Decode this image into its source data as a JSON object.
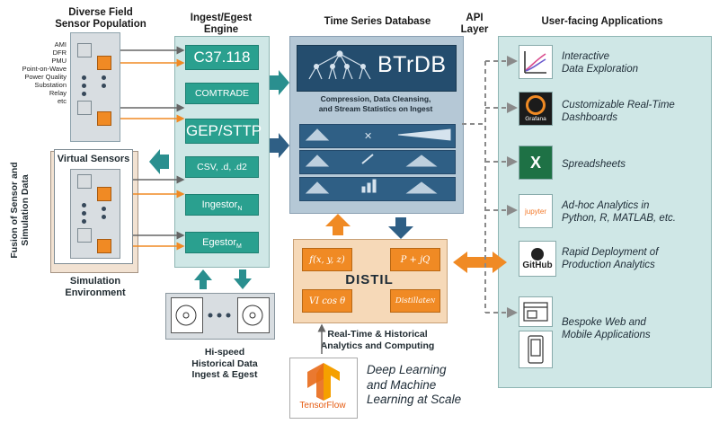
{
  "headers": {
    "sensors": "Diverse Field\nSensor Population",
    "ingest": "Ingest/Egest\nEngine",
    "tsdb": "Time Series Database",
    "api": "API\nLayer",
    "apps": "User-facing Applications"
  },
  "sensor_labels": [
    "AMI",
    "DFR",
    "PMU",
    "Point-on-Wave",
    "Power Quality",
    "Substation",
    "Relay",
    "etc"
  ],
  "virtual_sensors": "Virtual Sensors",
  "fusion_label": "Fusion of Sensor and\nSimulation Data",
  "simulation_env": "Simulation\nEnvironment",
  "ingest_boxes": [
    {
      "label": "C37.118",
      "size": "large"
    },
    {
      "label": "COMTRADE",
      "size": "small"
    },
    {
      "label": "GEP/STTP",
      "size": "large"
    },
    {
      "label": "CSV, .d, .d2",
      "size": "small"
    },
    {
      "label": "Ingestor",
      "sub": "N",
      "size": "small"
    },
    {
      "label": "Egestor",
      "sub": "M",
      "size": "small"
    }
  ],
  "btrdb": {
    "logo": "BTrDB",
    "caption": "Compression, Data Cleansing,\nand Stream Statistics on Ingest"
  },
  "distil": {
    "title": "DISTIL",
    "boxes": [
      "f(x, y, z)",
      "P + jQ",
      "VI cos θ",
      "Distillate"
    ],
    "distillate_sub": "N",
    "caption": "Real-Time & Historical\nAnalytics and Computing"
  },
  "hispeed": "Hi-speed\nHistorical Data\nIngest & Egest",
  "tensorflow": {
    "logo": "TensorFlow",
    "text": "Deep Learning\nand Machine\nLearning at Scale"
  },
  "apps": [
    {
      "icon": "chart-icon",
      "text": "Interactive\nData Exploration"
    },
    {
      "icon": "grafana-icon",
      "icon_label": "Grafana",
      "text": "Customizable Real-Time\nDashboards"
    },
    {
      "icon": "excel-icon",
      "icon_label": "X",
      "text": "Spreadsheets"
    },
    {
      "icon": "jupyter-icon",
      "icon_label": "jupyter",
      "text": "Ad-hoc Analytics in\nPython, R, MATLAB, etc."
    },
    {
      "icon": "github-icon",
      "icon_label": "GitHub",
      "text": "Rapid Deployment of\nProduction Analytics"
    },
    {
      "icon": "web-icon",
      "text": "Bespoke Web and\nMobile Applications"
    }
  ],
  "colors": {
    "teal_panel": "#cfe7e6",
    "teal_box": "#2aa08f",
    "btrdb_dark": "#244d6e",
    "distil_orange": "#f08a24",
    "distil_bg": "#f6d9b8",
    "arrow_teal": "#2a8f8f",
    "arrow_blue": "#2f5f85"
  }
}
